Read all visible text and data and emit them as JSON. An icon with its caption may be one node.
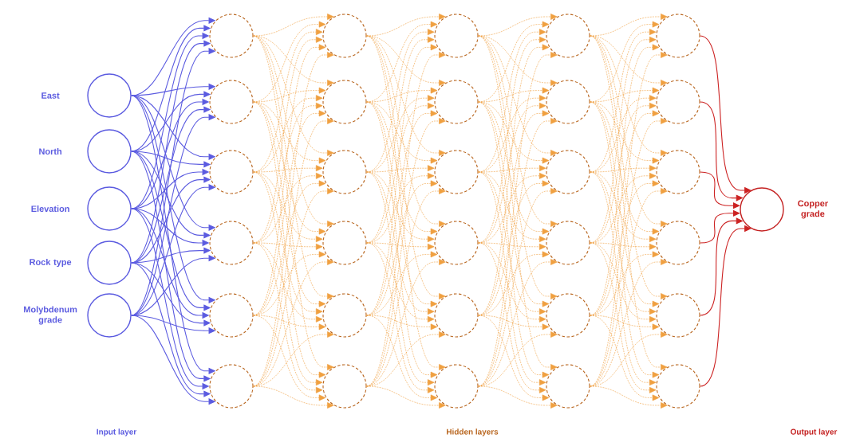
{
  "diagram": {
    "nodes": [
      {
        "text": [],
        "shape": "circle",
        "beside": [
          "East"
        ]
      },
      {
        "text": [],
        "shape": "circle",
        "beside": [
          "North"
        ]
      },
      {
        "text": [],
        "shape": "circle",
        "beside": [
          "Elevation"
        ]
      },
      {
        "text": [],
        "shape": "circle",
        "beside": [
          "Rock type"
        ]
      },
      {
        "text": [],
        "shape": "circle",
        "beside": [
          "Molybdenum grade"
        ]
      },
      {
        "text": [],
        "shape": "circle"
      },
      {
        "text": [],
        "shape": "circle"
      },
      {
        "text": [],
        "shape": "circle"
      },
      {
        "text": [],
        "shape": "circle"
      },
      {
        "text": [],
        "shape": "circle"
      },
      {
        "text": [],
        "shape": "circle"
      },
      {
        "text": [],
        "shape": "circle"
      },
      {
        "text": [],
        "shape": "circle"
      },
      {
        "text": [],
        "shape": "circle"
      },
      {
        "text": [],
        "shape": "circle"
      },
      {
        "text": [],
        "shape": "circle"
      },
      {
        "text": [],
        "shape": "circle"
      },
      {
        "text": [],
        "shape": "circle"
      },
      {
        "text": [],
        "shape": "circle"
      },
      {
        "text": [],
        "shape": "circle"
      },
      {
        "text": [],
        "shape": "circle"
      },
      {
        "text": [],
        "shape": "circle"
      },
      {
        "text": [],
        "shape": "circle"
      },
      {
        "text": [],
        "shape": "circle"
      },
      {
        "text": [],
        "shape": "circle"
      },
      {
        "text": [],
        "shape": "circle"
      },
      {
        "text": [],
        "shape": "circle"
      },
      {
        "text": [],
        "shape": "circle"
      },
      {
        "text": [],
        "shape": "circle"
      },
      {
        "text": [],
        "shape": "circle"
      },
      {
        "text": [],
        "shape": "circle"
      },
      {
        "text": [],
        "shape": "circle"
      },
      {
        "text": [],
        "shape": "circle"
      },
      {
        "text": [],
        "shape": "circle"
      },
      {
        "text": [],
        "shape": "circle"
      },
      {
        "text": [],
        "shape": "circle",
        "beside": [
          "Copper grade"
        ]
      }
    ],
    "edges": [
      {
        "from": 0,
        "to": 5,
        "arrow": "to",
        "color": "#5b5be0"
      },
      {
        "from": 0,
        "to": 6,
        "arrow": "to",
        "color": "#5b5be0"
      },
      {
        "from": 0,
        "to": 7,
        "arrow": "to",
        "color": "#5b5be0"
      },
      {
        "from": 0,
        "to": 8,
        "arrow": "to",
        "color": "#5b5be0"
      },
      {
        "from": 0,
        "to": 9,
        "arrow": "to",
        "color": "#5b5be0"
      },
      {
        "from": 0,
        "to": 10,
        "arrow": "to",
        "color": "#5b5be0"
      },
      {
        "from": 1,
        "to": 5,
        "arrow": "to",
        "color": "#5b5be0"
      },
      {
        "from": 1,
        "to": 6,
        "arrow": "to",
        "color": "#5b5be0"
      },
      {
        "from": 1,
        "to": 7,
        "arrow": "to",
        "color": "#5b5be0"
      },
      {
        "from": 1,
        "to": 8,
        "arrow": "to",
        "color": "#5b5be0"
      },
      {
        "from": 1,
        "to": 9,
        "arrow": "to",
        "color": "#5b5be0"
      },
      {
        "from": 1,
        "to": 10,
        "arrow": "to",
        "color": "#5b5be0"
      },
      {
        "from": 2,
        "to": 5,
        "arrow": "to",
        "color": "#5b5be0"
      },
      {
        "from": 2,
        "to": 6,
        "arrow": "to",
        "color": "#5b5be0"
      },
      {
        "from": 2,
        "to": 7,
        "arrow": "to",
        "color": "#5b5be0"
      },
      {
        "from": 2,
        "to": 8,
        "arrow": "to",
        "color": "#5b5be0"
      },
      {
        "from": 2,
        "to": 9,
        "arrow": "to",
        "color": "#5b5be0"
      },
      {
        "from": 2,
        "to": 10,
        "arrow": "to",
        "color": "#5b5be0"
      },
      {
        "from": 3,
        "to": 5,
        "arrow": "to",
        "color": "#5b5be0"
      },
      {
        "from": 3,
        "to": 6,
        "arrow": "to",
        "color": "#5b5be0"
      },
      {
        "from": 3,
        "to": 7,
        "arrow": "to",
        "color": "#5b5be0"
      },
      {
        "from": 3,
        "to": 8,
        "arrow": "to",
        "color": "#5b5be0"
      },
      {
        "from": 3,
        "to": 9,
        "arrow": "to",
        "color": "#5b5be0"
      },
      {
        "from": 3,
        "to": 10,
        "arrow": "to",
        "color": "#5b5be0"
      },
      {
        "from": 4,
        "to": 5,
        "arrow": "to",
        "color": "#5b5be0"
      },
      {
        "from": 4,
        "to": 6,
        "arrow": "to",
        "color": "#5b5be0"
      },
      {
        "from": 4,
        "to": 7,
        "arrow": "to",
        "color": "#5b5be0"
      },
      {
        "from": 4,
        "to": 8,
        "arrow": "to",
        "color": "#5b5be0"
      },
      {
        "from": 4,
        "to": 9,
        "arrow": "to",
        "color": "#5b5be0"
      },
      {
        "from": 4,
        "to": 10,
        "arrow": "to",
        "color": "#5b5be0"
      },
      {
        "from": 5,
        "to": 11,
        "arrow": "to",
        "style": "dashed"
      },
      {
        "from": 5,
        "to": 12,
        "arrow": "to",
        "style": "dashed"
      },
      {
        "from": 5,
        "to": 13,
        "arrow": "to",
        "style": "dashed"
      },
      {
        "from": 5,
        "to": 14,
        "arrow": "to",
        "style": "dashed"
      },
      {
        "from": 5,
        "to": 15,
        "arrow": "to",
        "style": "dashed"
      },
      {
        "from": 5,
        "to": 16,
        "arrow": "to",
        "style": "dashed"
      },
      {
        "from": 6,
        "to": 11,
        "arrow": "to",
        "style": "dashed"
      },
      {
        "from": 6,
        "to": 12,
        "arrow": "to",
        "style": "dashed"
      },
      {
        "from": 6,
        "to": 13,
        "arrow": "to",
        "style": "dashed"
      },
      {
        "from": 6,
        "to": 14,
        "arrow": "to",
        "style": "dashed"
      },
      {
        "from": 6,
        "to": 15,
        "arrow": "to",
        "style": "dashed"
      },
      {
        "from": 6,
        "to": 16,
        "arrow": "to",
        "style": "dashed"
      },
      {
        "from": 7,
        "to": 11,
        "arrow": "to",
        "style": "dashed"
      },
      {
        "from": 7,
        "to": 12,
        "arrow": "to",
        "style": "dashed"
      },
      {
        "from": 7,
        "to": 13,
        "arrow": "to",
        "style": "dashed"
      },
      {
        "from": 7,
        "to": 14,
        "arrow": "to",
        "style": "dashed"
      },
      {
        "from": 7,
        "to": 15,
        "arrow": "to",
        "style": "dashed"
      },
      {
        "from": 7,
        "to": 16,
        "arrow": "to",
        "style": "dashed"
      },
      {
        "from": 8,
        "to": 11,
        "arrow": "to",
        "style": "dashed"
      },
      {
        "from": 8,
        "to": 12,
        "arrow": "to",
        "style": "dashed"
      },
      {
        "from": 8,
        "to": 13,
        "arrow": "to",
        "style": "dashed"
      },
      {
        "from": 8,
        "to": 14,
        "arrow": "to",
        "style": "dashed"
      },
      {
        "from": 8,
        "to": 15,
        "arrow": "to",
        "style": "dashed"
      },
      {
        "from": 8,
        "to": 16,
        "arrow": "to",
        "style": "dashed"
      },
      {
        "from": 9,
        "to": 11,
        "arrow": "to",
        "style": "dashed"
      },
      {
        "from": 9,
        "to": 12,
        "arrow": "to",
        "style": "dashed"
      },
      {
        "from": 9,
        "to": 13,
        "arrow": "to",
        "style": "dashed"
      },
      {
        "from": 9,
        "to": 14,
        "arrow": "to",
        "style": "dashed"
      },
      {
        "from": 9,
        "to": 15,
        "arrow": "to",
        "style": "dashed"
      },
      {
        "from": 9,
        "to": 16,
        "arrow": "to",
        "style": "dashed"
      },
      {
        "from": 10,
        "to": 11,
        "arrow": "to",
        "style": "dashed"
      },
      {
        "from": 10,
        "to": 12,
        "arrow": "to",
        "style": "dashed"
      },
      {
        "from": 10,
        "to": 13,
        "arrow": "to",
        "style": "dashed"
      },
      {
        "from": 10,
        "to": 14,
        "arrow": "to",
        "style": "dashed"
      },
      {
        "from": 10,
        "to": 15,
        "arrow": "to",
        "style": "dashed"
      },
      {
        "from": 10,
        "to": 16,
        "arrow": "to",
        "style": "dashed"
      },
      {
        "from": 11,
        "to": 17,
        "arrow": "to",
        "style": "dashed"
      },
      {
        "from": 11,
        "to": 18,
        "arrow": "to",
        "style": "dashed"
      },
      {
        "from": 11,
        "to": 19,
        "arrow": "to",
        "style": "dashed"
      },
      {
        "from": 11,
        "to": 20,
        "arrow": "to",
        "style": "dashed"
      },
      {
        "from": 11,
        "to": 21,
        "arrow": "to",
        "style": "dashed"
      },
      {
        "from": 11,
        "to": 22,
        "arrow": "to",
        "style": "dashed"
      },
      {
        "from": 12,
        "to": 17,
        "arrow": "to",
        "style": "dashed"
      },
      {
        "from": 12,
        "to": 18,
        "arrow": "to",
        "style": "dashed"
      },
      {
        "from": 12,
        "to": 19,
        "arrow": "to",
        "style": "dashed"
      },
      {
        "from": 12,
        "to": 20,
        "arrow": "to",
        "style": "dashed"
      },
      {
        "from": 12,
        "to": 21,
        "arrow": "to",
        "style": "dashed"
      },
      {
        "from": 12,
        "to": 22,
        "arrow": "to",
        "style": "dashed"
      },
      {
        "from": 13,
        "to": 17,
        "arrow": "to",
        "style": "dashed"
      },
      {
        "from": 13,
        "to": 18,
        "arrow": "to",
        "style": "dashed"
      },
      {
        "from": 13,
        "to": 19,
        "arrow": "to",
        "style": "dashed"
      },
      {
        "from": 13,
        "to": 20,
        "arrow": "to",
        "style": "dashed"
      },
      {
        "from": 13,
        "to": 21,
        "arrow": "to",
        "style": "dashed"
      },
      {
        "from": 13,
        "to": 22,
        "arrow": "to",
        "style": "dashed"
      },
      {
        "from": 14,
        "to": 17,
        "arrow": "to",
        "style": "dashed"
      },
      {
        "from": 14,
        "to": 18,
        "arrow": "to",
        "style": "dashed"
      },
      {
        "from": 14,
        "to": 19,
        "arrow": "to",
        "style": "dashed"
      },
      {
        "from": 14,
        "to": 20,
        "arrow": "to",
        "style": "dashed"
      },
      {
        "from": 14,
        "to": 21,
        "arrow": "to",
        "style": "dashed"
      },
      {
        "from": 14,
        "to": 22,
        "arrow": "to",
        "style": "dashed"
      },
      {
        "from": 15,
        "to": 17,
        "arrow": "to",
        "style": "dashed"
      },
      {
        "from": 15,
        "to": 18,
        "arrow": "to",
        "style": "dashed"
      },
      {
        "from": 15,
        "to": 19,
        "arrow": "to",
        "style": "dashed"
      },
      {
        "from": 15,
        "to": 20,
        "arrow": "to",
        "style": "dashed"
      },
      {
        "from": 15,
        "to": 21,
        "arrow": "to",
        "style": "dashed"
      },
      {
        "from": 15,
        "to": 22,
        "arrow": "to",
        "style": "dashed"
      },
      {
        "from": 16,
        "to": 17,
        "arrow": "to",
        "style": "dashed"
      },
      {
        "from": 16,
        "to": 18,
        "arrow": "to",
        "style": "dashed"
      },
      {
        "from": 16,
        "to": 19,
        "arrow": "to",
        "style": "dashed"
      },
      {
        "from": 16,
        "to": 20,
        "arrow": "to",
        "style": "dashed"
      },
      {
        "from": 16,
        "to": 21,
        "arrow": "to",
        "style": "dashed"
      },
      {
        "from": 16,
        "to": 22,
        "arrow": "to",
        "style": "dashed"
      },
      {
        "from": 17,
        "to": 23,
        "arrow": "to",
        "style": "dashed"
      },
      {
        "from": 17,
        "to": 24,
        "arrow": "to",
        "style": "dashed"
      },
      {
        "from": 17,
        "to": 25,
        "arrow": "to",
        "style": "dashed"
      },
      {
        "from": 17,
        "to": 26,
        "arrow": "to",
        "style": "dashed"
      },
      {
        "from": 17,
        "to": 27,
        "arrow": "to",
        "style": "dashed"
      },
      {
        "from": 17,
        "to": 28,
        "arrow": "to",
        "style": "dashed"
      },
      {
        "from": 18,
        "to": 23,
        "arrow": "to",
        "style": "dashed"
      },
      {
        "from": 18,
        "to": 24,
        "arrow": "to",
        "style": "dashed"
      },
      {
        "from": 18,
        "to": 25,
        "arrow": "to",
        "style": "dashed"
      },
      {
        "from": 18,
        "to": 26,
        "arrow": "to",
        "style": "dashed"
      },
      {
        "from": 18,
        "to": 27,
        "arrow": "to",
        "style": "dashed"
      },
      {
        "from": 18,
        "to": 28,
        "arrow": "to",
        "style": "dashed"
      },
      {
        "from": 19,
        "to": 23,
        "arrow": "to",
        "style": "dashed"
      },
      {
        "from": 19,
        "to": 24,
        "arrow": "to",
        "style": "dashed"
      },
      {
        "from": 19,
        "to": 25,
        "arrow": "to",
        "style": "dashed"
      },
      {
        "from": 19,
        "to": 26,
        "arrow": "to",
        "style": "dashed"
      },
      {
        "from": 19,
        "to": 27,
        "arrow": "to",
        "style": "dashed"
      },
      {
        "from": 19,
        "to": 28,
        "arrow": "to",
        "style": "dashed"
      },
      {
        "from": 20,
        "to": 23,
        "arrow": "to",
        "style": "dashed"
      },
      {
        "from": 20,
        "to": 24,
        "arrow": "to",
        "style": "dashed"
      },
      {
        "from": 20,
        "to": 25,
        "arrow": "to",
        "style": "dashed"
      },
      {
        "from": 20,
        "to": 26,
        "arrow": "to",
        "style": "dashed"
      },
      {
        "from": 20,
        "to": 27,
        "arrow": "to",
        "style": "dashed"
      },
      {
        "from": 20,
        "to": 28,
        "arrow": "to",
        "style": "dashed"
      },
      {
        "from": 21,
        "to": 23,
        "arrow": "to",
        "style": "dashed"
      },
      {
        "from": 21,
        "to": 24,
        "arrow": "to",
        "style": "dashed"
      },
      {
        "from": 21,
        "to": 25,
        "arrow": "to",
        "style": "dashed"
      },
      {
        "from": 21,
        "to": 26,
        "arrow": "to",
        "style": "dashed"
      },
      {
        "from": 21,
        "to": 27,
        "arrow": "to",
        "style": "dashed"
      },
      {
        "from": 21,
        "to": 28,
        "arrow": "to",
        "style": "dashed"
      },
      {
        "from": 22,
        "to": 23,
        "arrow": "to",
        "style": "dashed"
      },
      {
        "from": 22,
        "to": 24,
        "arrow": "to",
        "style": "dashed"
      },
      {
        "from": 22,
        "to": 25,
        "arrow": "to",
        "style": "dashed"
      },
      {
        "from": 22,
        "to": 26,
        "arrow": "to",
        "style": "dashed"
      },
      {
        "from": 22,
        "to": 27,
        "arrow": "to",
        "style": "dashed"
      },
      {
        "from": 22,
        "to": 28,
        "arrow": "to",
        "style": "dashed"
      },
      {
        "from": 23,
        "to": 29,
        "arrow": "to",
        "style": "dashed"
      },
      {
        "from": 23,
        "to": 30,
        "arrow": "to",
        "style": "dashed"
      },
      {
        "from": 23,
        "to": 31,
        "arrow": "to",
        "style": "dashed"
      },
      {
        "from": 23,
        "to": 32,
        "arrow": "to",
        "style": "dashed"
      },
      {
        "from": 23,
        "to": 33,
        "arrow": "to",
        "style": "dashed"
      },
      {
        "from": 23,
        "to": 34,
        "arrow": "to",
        "style": "dashed"
      },
      {
        "from": 24,
        "to": 29,
        "arrow": "to",
        "style": "dashed"
      },
      {
        "from": 24,
        "to": 30,
        "arrow": "to",
        "style": "dashed"
      },
      {
        "from": 24,
        "to": 31,
        "arrow": "to",
        "style": "dashed"
      },
      {
        "from": 24,
        "to": 32,
        "arrow": "to",
        "style": "dashed"
      },
      {
        "from": 24,
        "to": 33,
        "arrow": "to",
        "style": "dashed"
      },
      {
        "from": 24,
        "to": 34,
        "arrow": "to",
        "style": "dashed"
      },
      {
        "from": 25,
        "to": 29,
        "arrow": "to",
        "style": "dashed"
      },
      {
        "from": 25,
        "to": 30,
        "arrow": "to",
        "style": "dashed"
      },
      {
        "from": 25,
        "to": 31,
        "arrow": "to",
        "style": "dashed"
      },
      {
        "from": 25,
        "to": 32,
        "arrow": "to",
        "style": "dashed"
      },
      {
        "from": 25,
        "to": 33,
        "arrow": "to",
        "style": "dashed"
      },
      {
        "from": 25,
        "to": 34,
        "arrow": "to",
        "style": "dashed"
      },
      {
        "from": 26,
        "to": 29,
        "arrow": "to",
        "style": "dashed"
      },
      {
        "from": 26,
        "to": 30,
        "arrow": "to",
        "style": "dashed"
      },
      {
        "from": 26,
        "to": 31,
        "arrow": "to",
        "style": "dashed"
      },
      {
        "from": 26,
        "to": 32,
        "arrow": "to",
        "style": "dashed"
      },
      {
        "from": 26,
        "to": 33,
        "arrow": "to",
        "style": "dashed"
      },
      {
        "from": 26,
        "to": 34,
        "arrow": "to",
        "style": "dashed"
      },
      {
        "from": 27,
        "to": 29,
        "arrow": "to",
        "style": "dashed"
      },
      {
        "from": 27,
        "to": 30,
        "arrow": "to",
        "style": "dashed"
      },
      {
        "from": 27,
        "to": 31,
        "arrow": "to",
        "style": "dashed"
      },
      {
        "from": 27,
        "to": 32,
        "arrow": "to",
        "style": "dashed"
      },
      {
        "from": 27,
        "to": 33,
        "arrow": "to",
        "style": "dashed"
      },
      {
        "from": 27,
        "to": 34,
        "arrow": "to",
        "style": "dashed"
      },
      {
        "from": 28,
        "to": 29,
        "arrow": "to",
        "style": "dashed"
      },
      {
        "from": 28,
        "to": 30,
        "arrow": "to",
        "style": "dashed"
      },
      {
        "from": 28,
        "to": 31,
        "arrow": "to",
        "style": "dashed"
      },
      {
        "from": 28,
        "to": 32,
        "arrow": "to",
        "style": "dashed"
      },
      {
        "from": 28,
        "to": 33,
        "arrow": "to",
        "style": "dashed"
      },
      {
        "from": 28,
        "to": 34,
        "arrow": "to",
        "style": "dashed"
      },
      {
        "from": 29,
        "to": 35,
        "arrow": "to",
        "color": "#cc2222"
      },
      {
        "from": 30,
        "to": 35,
        "arrow": "to",
        "color": "#cc2222"
      },
      {
        "from": 31,
        "to": 35,
        "arrow": "to",
        "color": "#cc2222"
      },
      {
        "from": 32,
        "to": 35,
        "arrow": "to",
        "color": "#cc2222"
      },
      {
        "from": 33,
        "to": 35,
        "arrow": "to",
        "color": "#cc2222"
      },
      {
        "from": 34,
        "to": 35,
        "arrow": "to",
        "color": "#cc2222"
      }
    ],
    "labels": [
      "Input layer",
      "Hidden layers",
      "Output layer"
    ]
  }
}
